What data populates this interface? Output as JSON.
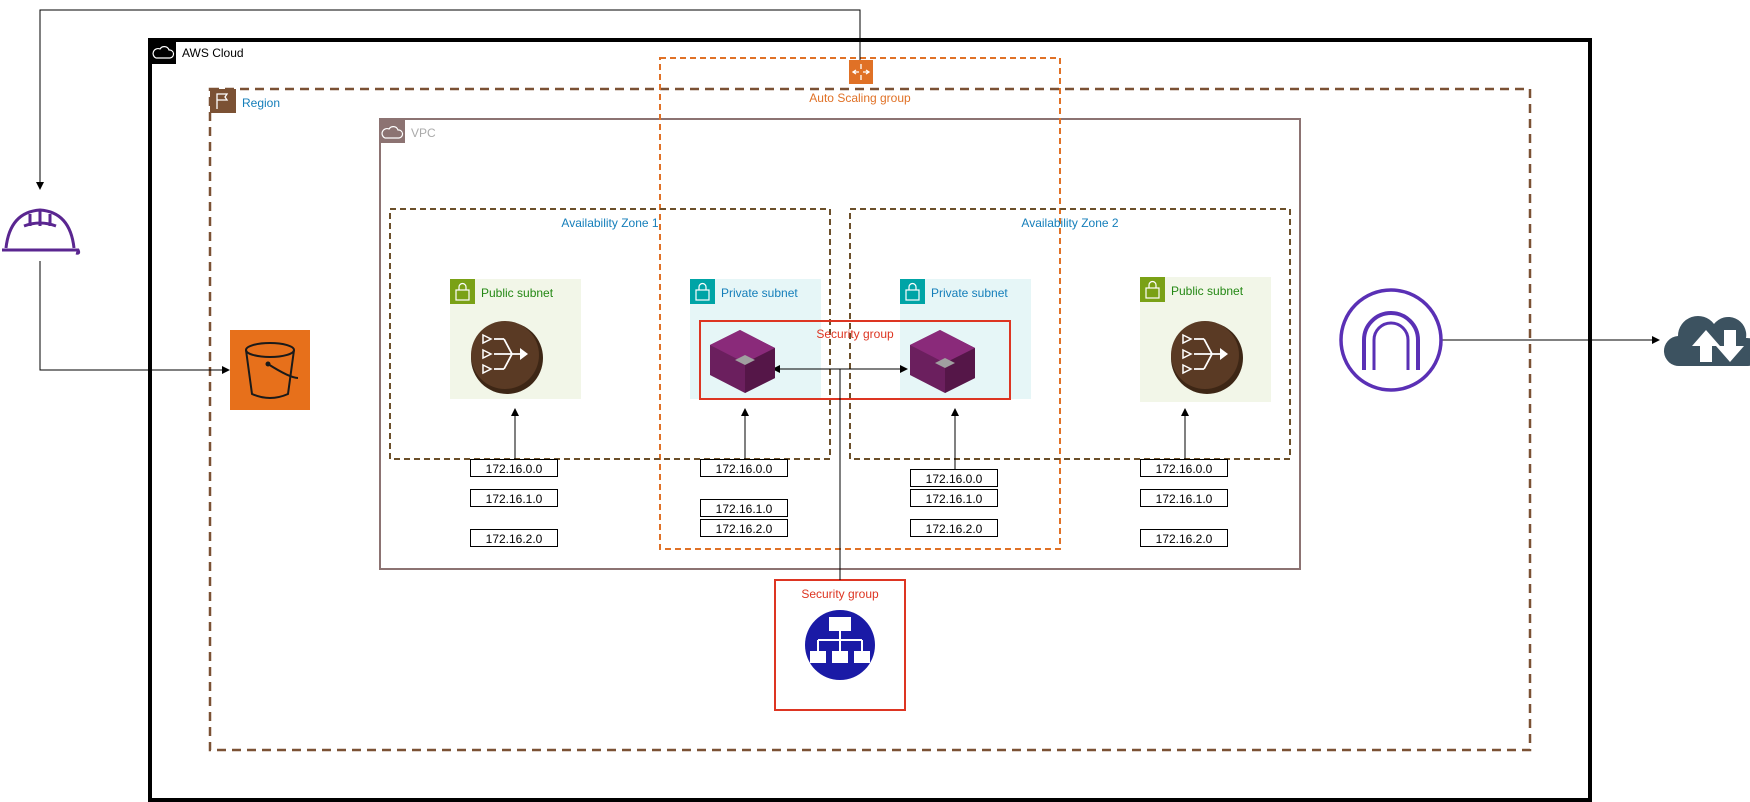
{
  "groups": {
    "aws_cloud": "AWS Cloud",
    "region": "Region",
    "vpc": "VPC",
    "auto_scaling": "Auto Scaling group",
    "az1": "Availability Zone 1",
    "az2": "Availability Zone 2",
    "public_subnet_1": "Public subnet",
    "private_subnet_1": "Private subnet",
    "private_subnet_2": "Private subnet",
    "public_subnet_2": "Public subnet",
    "security_group_ec2": "Security group",
    "security_group_elb": "Security group"
  },
  "cidrs": {
    "public1": [
      "172.16.0.0",
      "172.16.1.0",
      "172.16.2.0"
    ],
    "private1": [
      "172.16.0.0",
      "172.16.1.0",
      "172.16.2.0"
    ],
    "private2": [
      "172.16.0.0",
      "172.16.1.0",
      "172.16.2.0"
    ],
    "public2": [
      "172.16.0.0",
      "172.16.1.0",
      "172.16.2.0"
    ]
  },
  "icons": {
    "user": "helmet-icon",
    "s3": "s3-bucket-icon",
    "nat1": "nat-gateway-icon",
    "ec2_1": "ec2-instance-icon",
    "ec2_2": "ec2-instance-icon",
    "nat2": "nat-gateway-icon",
    "igw": "internet-gateway-icon",
    "internet": "cloud-upload-download-icon",
    "elb": "load-balancer-icon",
    "asg": "auto-scaling-icon"
  },
  "colors": {
    "region": "#7b5134",
    "vpc": "#8c7372",
    "auto_scaling": "#e07126",
    "az_border": "#6b4f2a",
    "public_subnet_bg": "#f2f6e8",
    "public_subnet_accent": "#7aa116",
    "private_subnet_bg": "#e6f6f7",
    "private_subnet_accent": "#00a4a6",
    "security_group": "#dd3522",
    "group_label_blue": "#147eba",
    "public_label_green": "#248814",
    "igw_purple": "#5a30b5",
    "ec2": "#6b1f5e",
    "nat": "#5a3a24",
    "s3": "#e7701b",
    "elb": "#1a1aa6",
    "internet": "#3c5260"
  }
}
